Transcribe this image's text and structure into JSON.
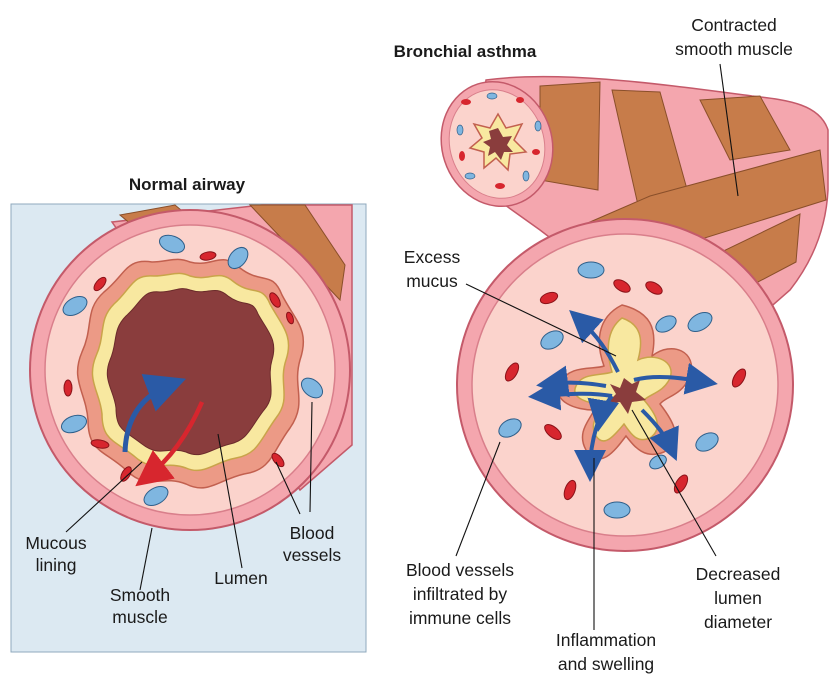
{
  "normal": {
    "title": "Normal airway",
    "labels": {
      "mucous": [
        "Mucous",
        "lining"
      ],
      "smooth": [
        "Smooth",
        "muscle"
      ],
      "lumen": [
        "Lumen"
      ],
      "blood": [
        "Blood",
        "vessels"
      ]
    }
  },
  "asthma": {
    "title": "Bronchial asthma",
    "labels": {
      "contracted": [
        "Contracted",
        "smooth muscle"
      ],
      "mucus": [
        "Excess",
        "mucus"
      ],
      "infiltrated": [
        "Blood vessels",
        "infiltrated by",
        "immune cells"
      ],
      "inflammation": [
        "Inflammation",
        "and swelling"
      ],
      "decreased": [
        "Decreased",
        "lumen",
        "diameter"
      ]
    }
  },
  "colors": {
    "panel_bg": "#dce9f2",
    "wall_pink": "#f4a6ae",
    "wall_light": "#fbd3cc",
    "muscle_brown": "#c77c4a",
    "lumen": "#8a3d3d",
    "mucus": "#f8e8a0",
    "vessel_red": "#d7262e",
    "vessel_blue": "#7fb6e0",
    "arrow_blue": "#2a5aa6",
    "arrow_red": "#d7262e"
  }
}
